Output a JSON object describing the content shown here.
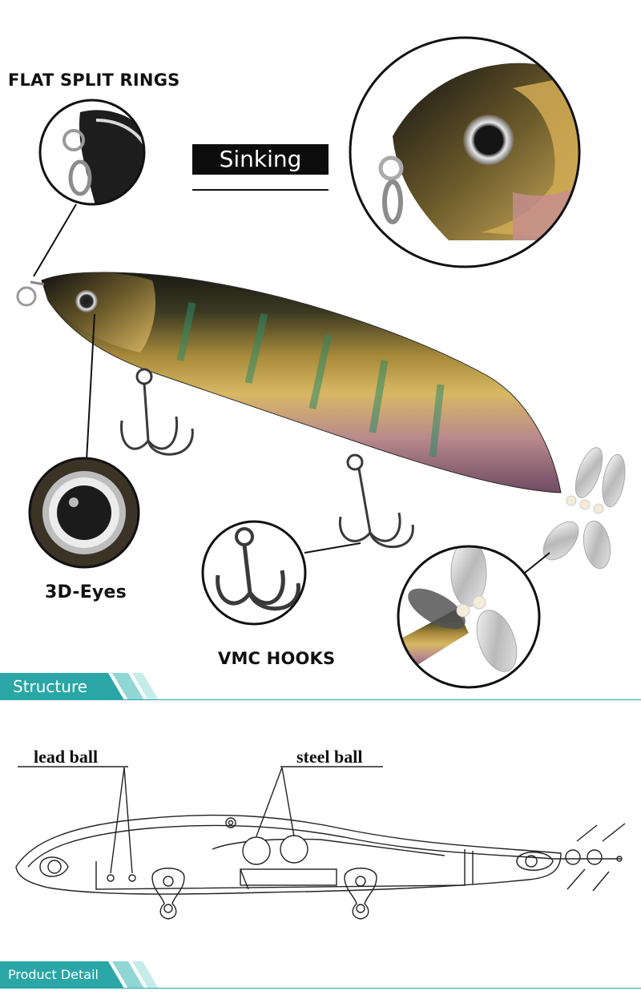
{
  "product": {
    "callouts": {
      "split_rings": "FLAT SPLIT RINGS",
      "eyes": "3D-Eyes",
      "hooks": "VMC HOOKS"
    },
    "badge": "Sinking"
  },
  "sections": {
    "structure": "Structure",
    "product_detail": "Product Detail"
  },
  "diagram": {
    "lead_ball": "lead ball",
    "steel_ball": "steel ball"
  },
  "colors": {
    "accent_teal": "#2aa6a6",
    "accent_teal_light": "#8fd6d4",
    "badge_bg": "#0d0d0d"
  }
}
